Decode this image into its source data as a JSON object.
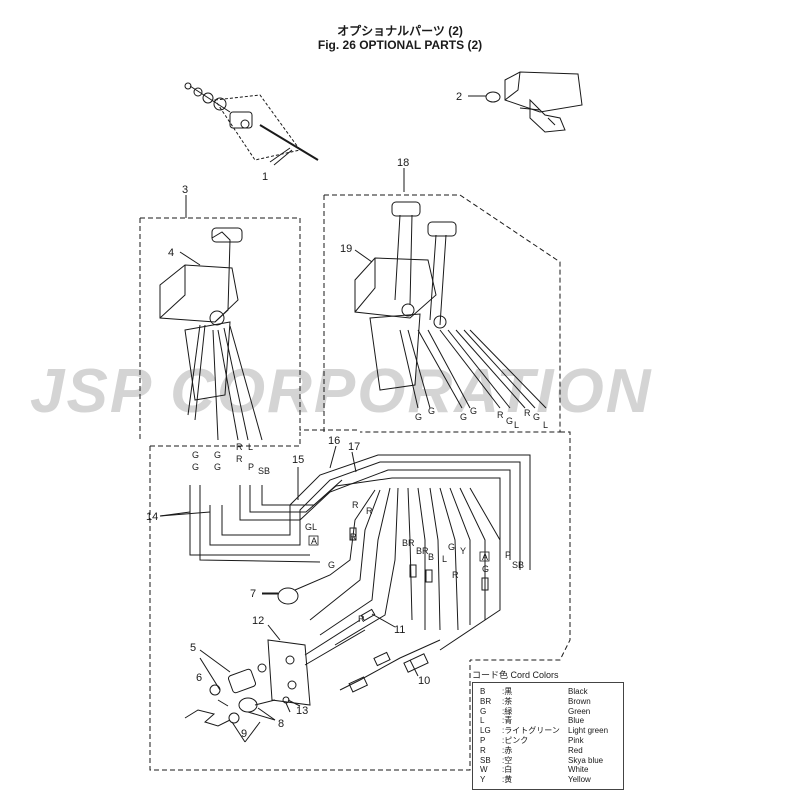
{
  "title": {
    "japanese": "オプショナルパーツ  (2)",
    "english": "Fig. 26    OPTIONAL PARTS (2)"
  },
  "watermark": "JSP CORPORATION",
  "callouts": [
    {
      "id": "c1",
      "label": "1"
    },
    {
      "id": "c2",
      "label": "2"
    },
    {
      "id": "c3",
      "label": "3"
    },
    {
      "id": "c4",
      "label": "4"
    },
    {
      "id": "c5",
      "label": "5"
    },
    {
      "id": "c6",
      "label": "6"
    },
    {
      "id": "c7",
      "label": "7"
    },
    {
      "id": "c8",
      "label": "8"
    },
    {
      "id": "c9",
      "label": "9"
    },
    {
      "id": "c10",
      "label": "10"
    },
    {
      "id": "c11",
      "label": "11"
    },
    {
      "id": "c12",
      "label": "12"
    },
    {
      "id": "c13",
      "label": "13"
    },
    {
      "id": "c14",
      "label": "14"
    },
    {
      "id": "c15",
      "label": "15"
    },
    {
      "id": "c16",
      "label": "16"
    },
    {
      "id": "c17",
      "label": "17"
    },
    {
      "id": "c18",
      "label": "18"
    },
    {
      "id": "c19",
      "label": "19"
    }
  ],
  "wire_labels": {
    "g": "G",
    "r": "R",
    "l": "L",
    "p": "P",
    "sb": "SB",
    "br": "BR",
    "b": "B",
    "y": "Y",
    "a": "A"
  },
  "legend": {
    "title": "コード色 Cord Colors",
    "rows": [
      {
        "code": "B",
        "ja": ":黒",
        "en": "Black"
      },
      {
        "code": "BR",
        "ja": ":茶",
        "en": "Brown"
      },
      {
        "code": "G",
        "ja": ":緑",
        "en": "Green"
      },
      {
        "code": "L",
        "ja": ":青",
        "en": "Blue"
      },
      {
        "code": "LG",
        "ja": ":ライトグリーン",
        "en": "Light green"
      },
      {
        "code": "P",
        "ja": ":ピンク",
        "en": "Pink"
      },
      {
        "code": "R",
        "ja": ":赤",
        "en": "Red"
      },
      {
        "code": "SB",
        "ja": ":空",
        "en": "Skya blue"
      },
      {
        "code": "W",
        "ja": ":白",
        "en": "White"
      },
      {
        "code": "Y",
        "ja": ":黄",
        "en": "Yellow"
      }
    ]
  },
  "colors": {
    "line": "#1a1a1a",
    "watermark": "#d4d4d4"
  }
}
